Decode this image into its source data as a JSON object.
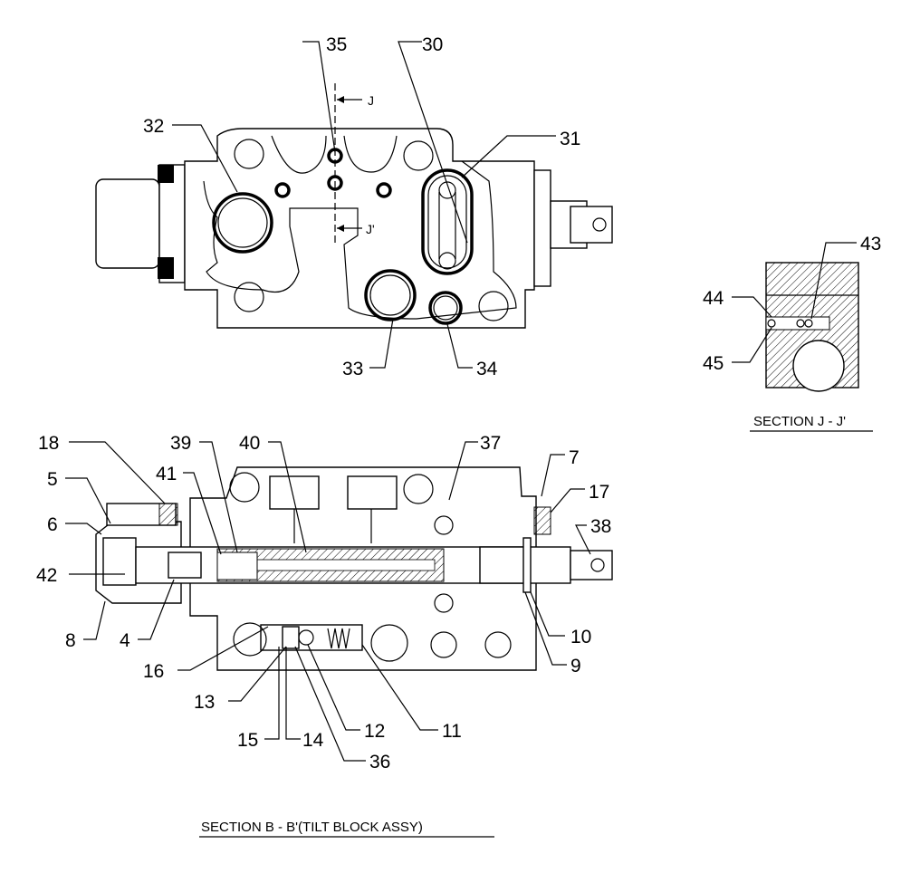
{
  "labels_top": {
    "l35": "35",
    "l30": "30",
    "l32": "32",
    "l31": "31",
    "l33": "33",
    "l34": "34",
    "j_top": "J",
    "j_bottom": "J'"
  },
  "labels_section_j": {
    "l43": "43",
    "l44": "44",
    "l45": "45"
  },
  "labels_bottom": {
    "l18": "18",
    "l39": "39",
    "l40": "40",
    "l37": "37",
    "l7": "7",
    "l5": "5",
    "l41": "41",
    "l17": "17",
    "l38": "38",
    "l6": "6",
    "l42": "42",
    "l8": "8",
    "l4": "4",
    "l10": "10",
    "l9": "9",
    "l16": "16",
    "l13": "13",
    "l12": "12",
    "l11": "11",
    "l15": "15",
    "l14": "14",
    "l36": "36"
  },
  "captions": {
    "section_j": "SECTION J - J'",
    "section_b": "SECTION B - B'(TILT BLOCK ASSY)"
  }
}
